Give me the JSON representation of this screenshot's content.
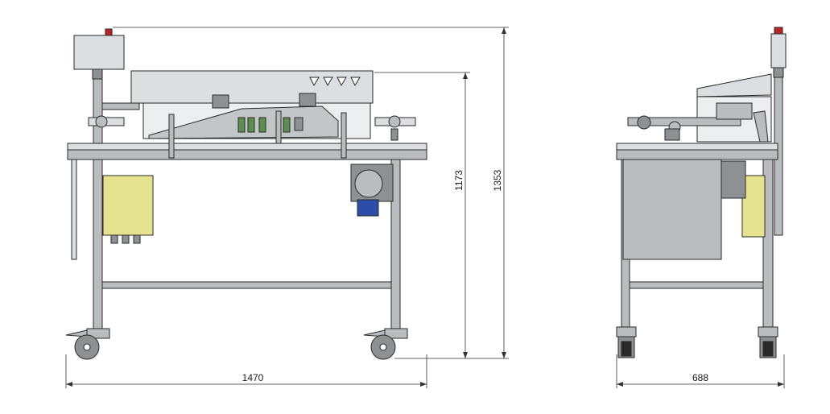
{
  "dimensions": {
    "front_width": "1470",
    "front_table_height": "1173",
    "front_total_height": "1353",
    "side_width": "688"
  },
  "colors": {
    "steel": "#b9bdbf",
    "steel_dark": "#8d9194",
    "steel_light": "#dcdfe1",
    "panel": "#e5e38f",
    "cover": "#d9dcde",
    "green": "#5c8f4d",
    "blue": "#2c4ea8",
    "estop_red": "#b82323",
    "line": "#2a2a2a",
    "dim_line": "#333333"
  }
}
